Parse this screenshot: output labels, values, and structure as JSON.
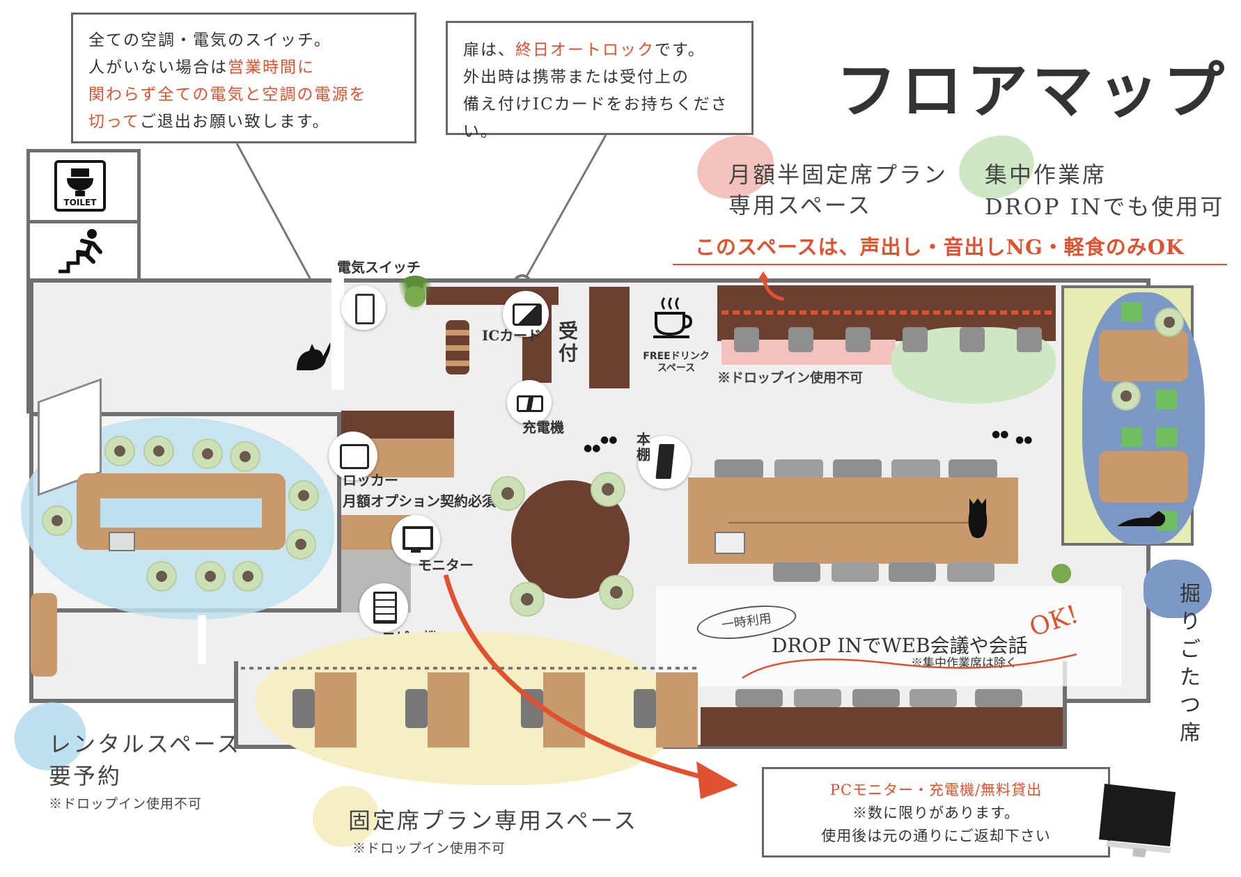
{
  "title": "フロアマップ",
  "callout_switch": {
    "line1": "全ての空調・電気のスイッチ。",
    "line2_a": "人がいない場合は",
    "line2_b": "営業時間に",
    "line3": "関わらず全ての電気と空調の電源を",
    "line4_a": "切って",
    "line4_b": "ご退出お願い致します。"
  },
  "callout_door": {
    "line1_a": "扉は、",
    "line1_b": "終日オートロック",
    "line1_c": "です。",
    "line2": "外出時は携帯または受付上の",
    "line3": "備え付けICカードをお持ちください。"
  },
  "legend": {
    "semi_fixed_1": "月額半固定席プラン",
    "semi_fixed_2": "専用スペース",
    "focus_1": "集中作業席",
    "focus_2": "DROP INでも使用可",
    "quiet_rule": "このスペースは、声出し・音出しNG・軽食のみOK"
  },
  "labels": {
    "toilet": "TOILET",
    "switch": "電気スイッチ",
    "ic_card": "ICカード",
    "reception": "受付",
    "free_drink": "FREEドリンク\nスペース",
    "charger": "充電機",
    "bookshelf": "本棚",
    "locker_1": "ロッカー",
    "locker_2": "月額オプション契約必須",
    "monitor": "モニター",
    "copier": "コピー機",
    "no_dropin_booth": "※ドロップイン使用不可"
  },
  "dropin_area": {
    "tag": "一時利用",
    "main": "DROP INでWEB会議や会話",
    "sub": "※集中作業席は除く",
    "ok": "OK!"
  },
  "kotatsu": "掘りごたつ席",
  "rental": {
    "line1": "レンタルスペース",
    "line2": "要予約",
    "note": "※ドロップイン使用不可"
  },
  "fixed": {
    "line1": "固定席プラン専用スペース",
    "note": "※ドロップイン使用不可"
  },
  "lending": {
    "line1": "PCモニター・充電機/無料貸出",
    "line2": "※数に限りがあります。",
    "line3": "使用後は元の通りにご返却下さい"
  },
  "colors": {
    "accent_red": "#e0522f",
    "blue_zone": "#bfe0f0",
    "yellow_zone": "#f7efc4",
    "green_zone": "#cfe8c4",
    "pink_zone": "#f3c3bb",
    "wood": "#c8996a",
    "dark_wood": "#6b4030",
    "wall": "#6f6f6f"
  }
}
